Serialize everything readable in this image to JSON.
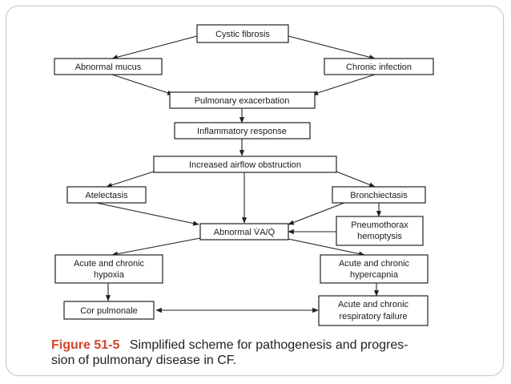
{
  "diagram": {
    "nodes": {
      "cystic_fibrosis": "Cystic fibrosis",
      "abnormal_mucus": "Abnormal mucus",
      "chronic_infection": "Chronic infection",
      "pulmonary_exacerbation": "Pulmonary exacerbation",
      "inflammatory_response": "Inflammatory response",
      "increased_airflow_obstruction": "Increased airflow obstruction",
      "atelectasis": "Atelectasis",
      "bronchiectasis": "Bronchiectasis",
      "abnormal_vq": "Abnormal V̇A/Q̇",
      "pneumothorax_line1": "Pneumothorax",
      "pneumothorax_line2": "hemoptysis",
      "hypoxia_line1": "Acute and chronic",
      "hypoxia_line2": "hypoxia",
      "hypercapnia_line1": "Acute and chronic",
      "hypercapnia_line2": "hypercapnia",
      "cor_pulmonale": "Cor pulmonale",
      "resp_failure_line1": "Acute and chronic",
      "resp_failure_line2": "respiratory failure"
    }
  },
  "caption": {
    "figure_label": "Figure 51-5",
    "line1": "Simplified scheme for pathogenesis and progres-",
    "line2": "sion of pulmonary disease in CF."
  }
}
